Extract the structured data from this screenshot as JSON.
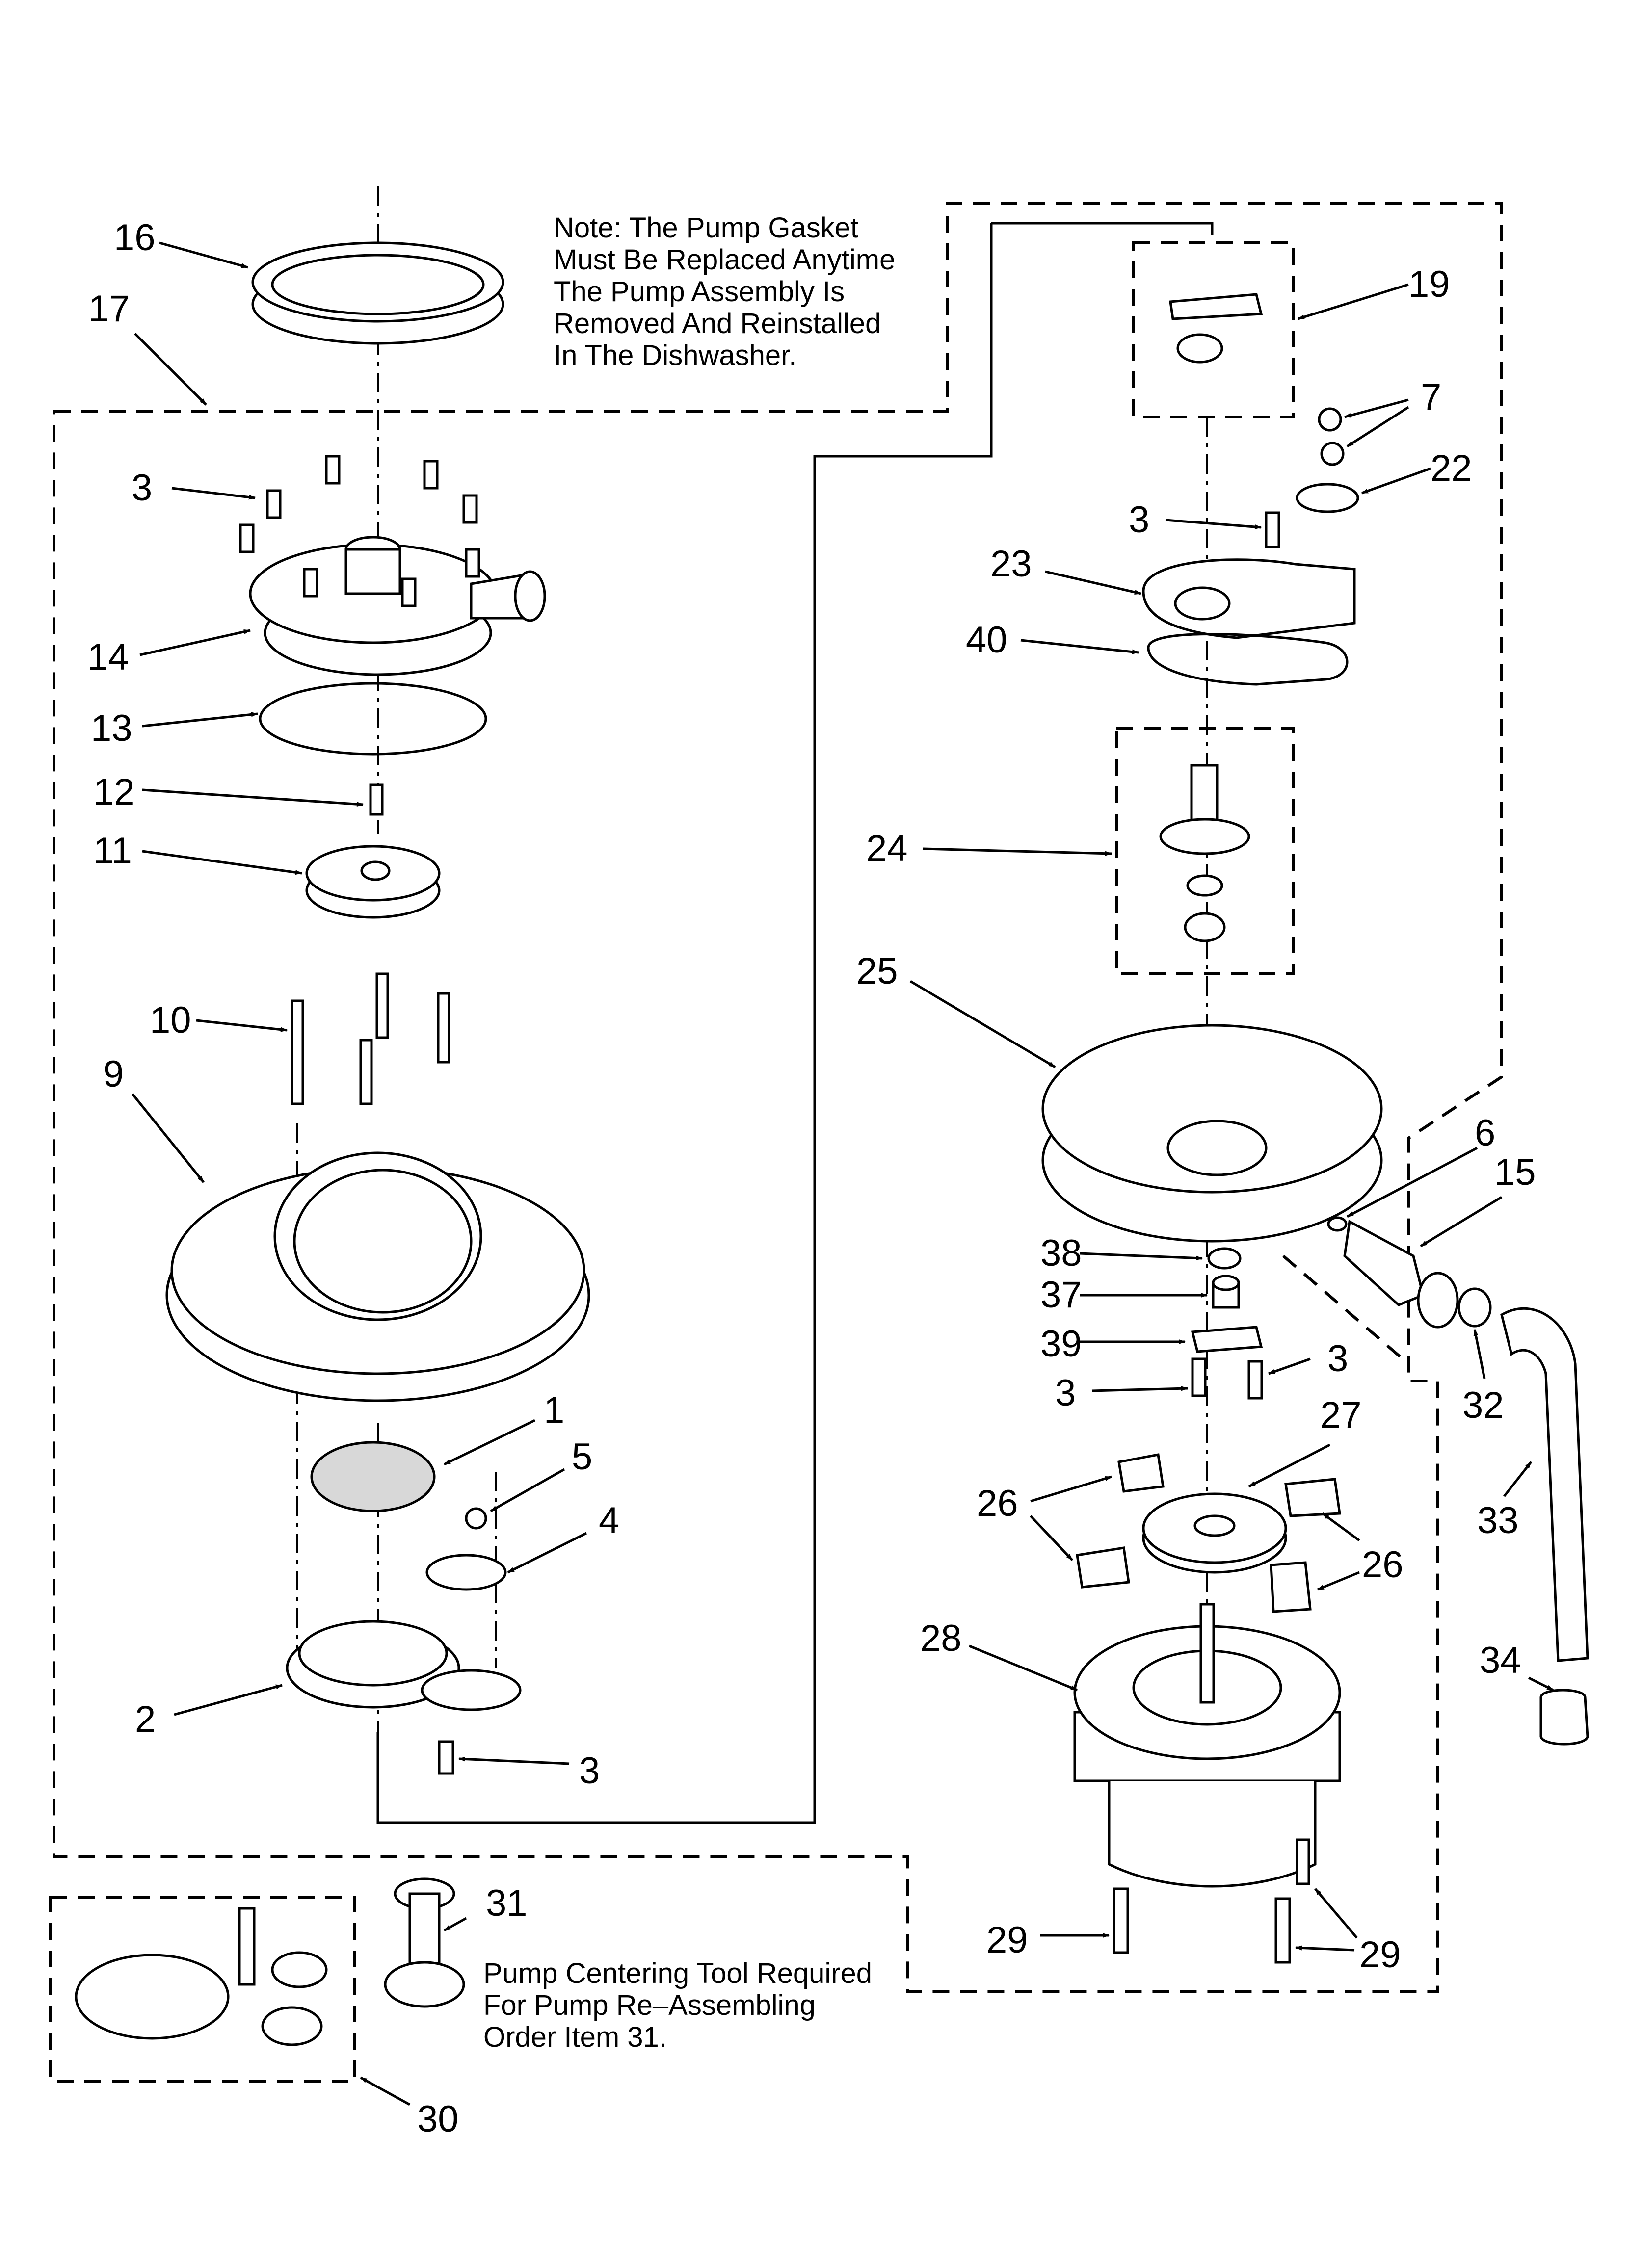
{
  "notes": {
    "gasket": [
      "Note: The Pump Gasket",
      "Must Be Replaced Anytime",
      "The Pump Assembly Is",
      "Removed And Reinstalled",
      "In The Dishwasher."
    ],
    "tool": [
      "Pump Centering Tool Required",
      "For Pump Re–Assembling",
      "Order Item 31."
    ]
  },
  "callouts": {
    "c16": "16",
    "c17": "17",
    "c3a": "3",
    "c14": "14",
    "c13": "13",
    "c12": "12",
    "c11": "11",
    "c10": "10",
    "c9": "9",
    "c1": "1",
    "c5": "5",
    "c4": "4",
    "c2": "2",
    "c3b": "3",
    "c31": "31",
    "c30": "30",
    "c19": "19",
    "c7": "7",
    "c22": "22",
    "c3c": "3",
    "c23": "23",
    "c40": "40",
    "c24": "24",
    "c25": "25",
    "c6": "6",
    "c15": "15",
    "c38": "38",
    "c37": "37",
    "c39": "39",
    "c3d": "3",
    "c3e": "3",
    "c27": "27",
    "c32": "32",
    "c26a": "26",
    "c26b": "26",
    "c33": "33",
    "c28": "28",
    "c34": "34",
    "c29a": "29",
    "c29b": "29"
  }
}
